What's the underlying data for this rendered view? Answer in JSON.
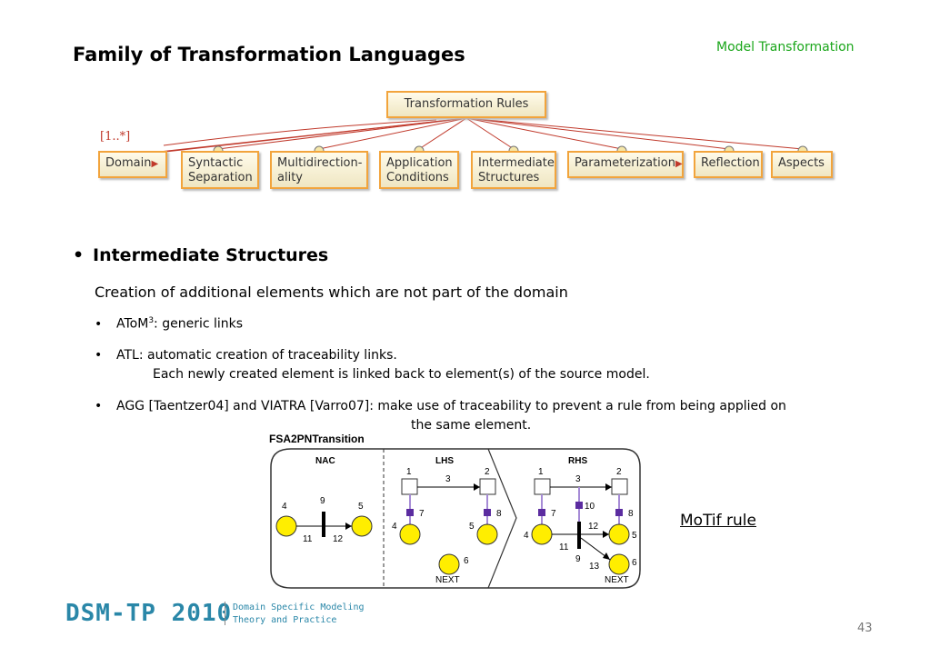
{
  "header": {
    "title": "Family of Transformation Languages",
    "topic": "Model Transformation"
  },
  "feature_model": {
    "root": "Transformation Rules",
    "multiplicity": "[1..*]",
    "features": [
      {
        "label": "Domain",
        "has_arrow": true
      },
      {
        "label": "Syntactic Separation"
      },
      {
        "label": "Multidirection- ality"
      },
      {
        "label": "Application Conditions"
      },
      {
        "label": "Intermediate Structures"
      },
      {
        "label": "Parameterization",
        "has_arrow": true
      },
      {
        "label": "Reflection"
      },
      {
        "label": "Aspects"
      }
    ]
  },
  "content": {
    "bullet_title": "Intermediate Structures",
    "description": "Creation of additional elements which are not part of the domain",
    "sub1_prefix": "AToM",
    "sub1_sup": "3",
    "sub1_rest": ": generic links",
    "sub2_line1": "ATL: automatic creation of traceability links.",
    "sub2_line2": "Each newly created element is linked back to element(s) of the source model.",
    "sub3_line1": "AGG [Taentzer04] and VIATRA [Varro07]: make use of traceability to prevent a rule from being applied on",
    "sub3_line2": "the same element."
  },
  "diagram": {
    "title": "FSA2PNTransition",
    "nac_label": "NAC",
    "lhs_label": "LHS",
    "rhs_label": "RHS",
    "node_labels": {
      "nac": [
        "4",
        "9",
        "5",
        "11",
        "12"
      ],
      "lhs": [
        "1",
        "3",
        "2",
        "7",
        "8",
        "4",
        "5",
        "6",
        "NEXT"
      ],
      "rhs": [
        "1",
        "3",
        "2",
        "10",
        "7",
        "8",
        "12",
        "4",
        "5",
        "11",
        "9",
        "13",
        "6",
        "NEXT"
      ]
    }
  },
  "link": {
    "label": "MoTif rule"
  },
  "footer": {
    "logo": "DSM-TP 2010",
    "logo_sub1": "Domain Specific Modeling",
    "logo_sub2": "Theory and Practice",
    "page_number": "43"
  },
  "colors": {
    "topic": "#1aa61a",
    "feature_border": "#f2a43c",
    "link_line": "#c0392b",
    "trace_link": "#5b2ca0",
    "place_fill": "#ffee00"
  }
}
